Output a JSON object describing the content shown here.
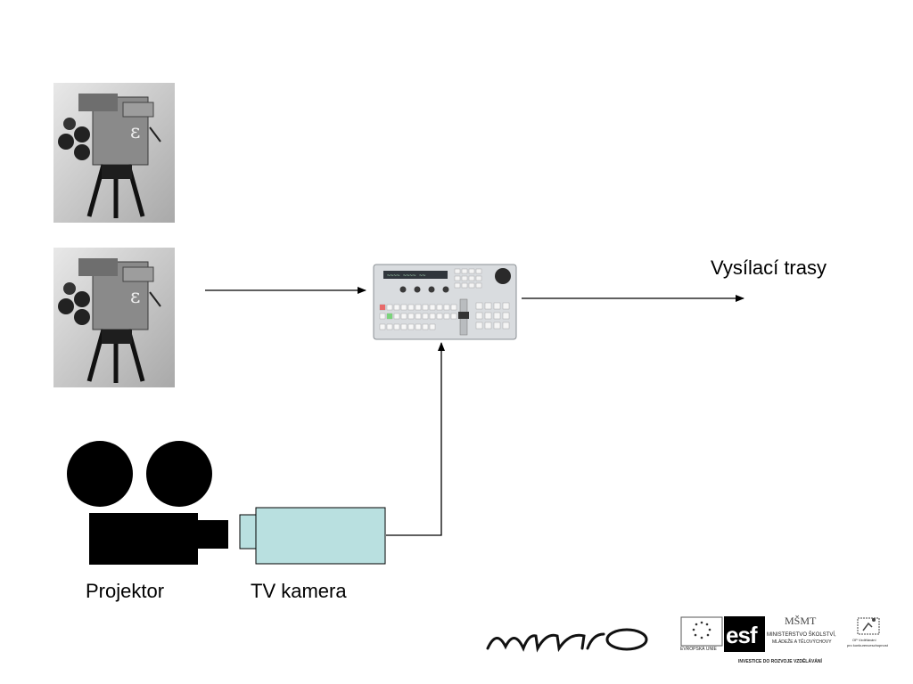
{
  "diagram": {
    "labels": {
      "output": "Vysílací trasy",
      "projector": "Projektor",
      "tv_camera": "TV kamera"
    },
    "nodes": [
      {
        "id": "camera-1",
        "icon": "studio-camera-photo"
      },
      {
        "id": "camera-2",
        "icon": "studio-camera-photo"
      },
      {
        "id": "vision-mixer",
        "icon": "video-switcher-photo"
      },
      {
        "id": "projector",
        "icon": "film-projector-icon"
      },
      {
        "id": "tv-camera",
        "icon": "tv-camera-box",
        "color": "#b9e0e0"
      }
    ],
    "edges": [
      {
        "from": "camera-2",
        "to": "vision-mixer"
      },
      {
        "from": "vision-mixer",
        "to": "output"
      },
      {
        "from": "tv-camera",
        "to": "vision-mixer"
      }
    ]
  },
  "footer": {
    "munro_logo": "munro",
    "eu_label": "EVROPSKÁ UNIE",
    "esf_label": "esf",
    "msmt_label": "MŠMT",
    "ministry_line1": "MINISTERSTVO ŠKOLSTVÍ,",
    "ministry_line2": "MLÁDEŽE A TĚLOVÝCHOVY",
    "op_line1": "OP Vzdělávání",
    "op_line2": "pro konkurenceschopnost",
    "invest_line": "INVESTICE DO ROZVOJE VZDĚLÁVÁNÍ"
  },
  "colors": {
    "tv_camera_fill": "#b9e0e0",
    "projector_fill": "#000000",
    "line": "#000000"
  }
}
